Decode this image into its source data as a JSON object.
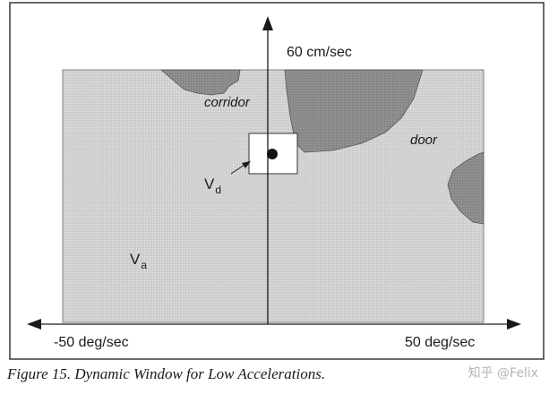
{
  "figure": {
    "y_axis_label": "60 cm/sec",
    "x_axis_left_label": "-50 deg/sec",
    "x_axis_right_label": "50 deg/sec",
    "region_corridor_label": "corridor",
    "region_door_label": "door",
    "dynamic_window": {
      "symbol": "V",
      "subscript": "d"
    },
    "admissible_velocities": {
      "symbol": "V",
      "subscript": "a"
    },
    "caption": "Figure 15. Dynamic Window for Low Accelerations."
  },
  "watermark": "知乎 @Felix",
  "colors": {
    "frame": "#2a2a2a",
    "admissible_fill": "#d2d2d2",
    "obstacle_fill": "#8a8a8a",
    "dynamic_window_fill": "#ffffff",
    "axis": "#1a1a1a"
  }
}
